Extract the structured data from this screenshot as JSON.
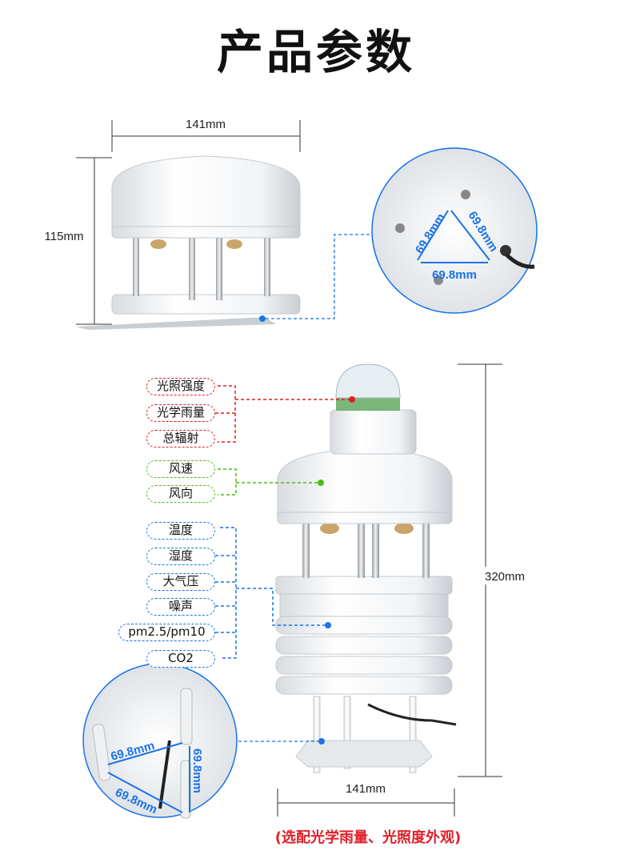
{
  "title": "产品参数",
  "top_view": {
    "width_label": "141mm",
    "height_label": "115mm",
    "callout_dims": [
      "69.8mm",
      "69.8mm",
      "69.8mm"
    ]
  },
  "main_view": {
    "height_label": "320mm",
    "width_label": "141mm",
    "callout_dims": [
      "69.8mm",
      "69.8mm",
      "69.8mm"
    ]
  },
  "labels": {
    "red": [
      "光照强度",
      "光学雨量",
      "总辐射"
    ],
    "green": [
      "风速",
      "风向"
    ],
    "blue": [
      "温度",
      "湿度",
      "大气压",
      "噪声",
      "pm2.5/pm10",
      "CO2"
    ]
  },
  "colors": {
    "red": "#e02020",
    "green": "#4cbb17",
    "blue": "#1a73e8",
    "footer": "#e0202a"
  },
  "footer": "(选配光学雨量、光照度外观)"
}
